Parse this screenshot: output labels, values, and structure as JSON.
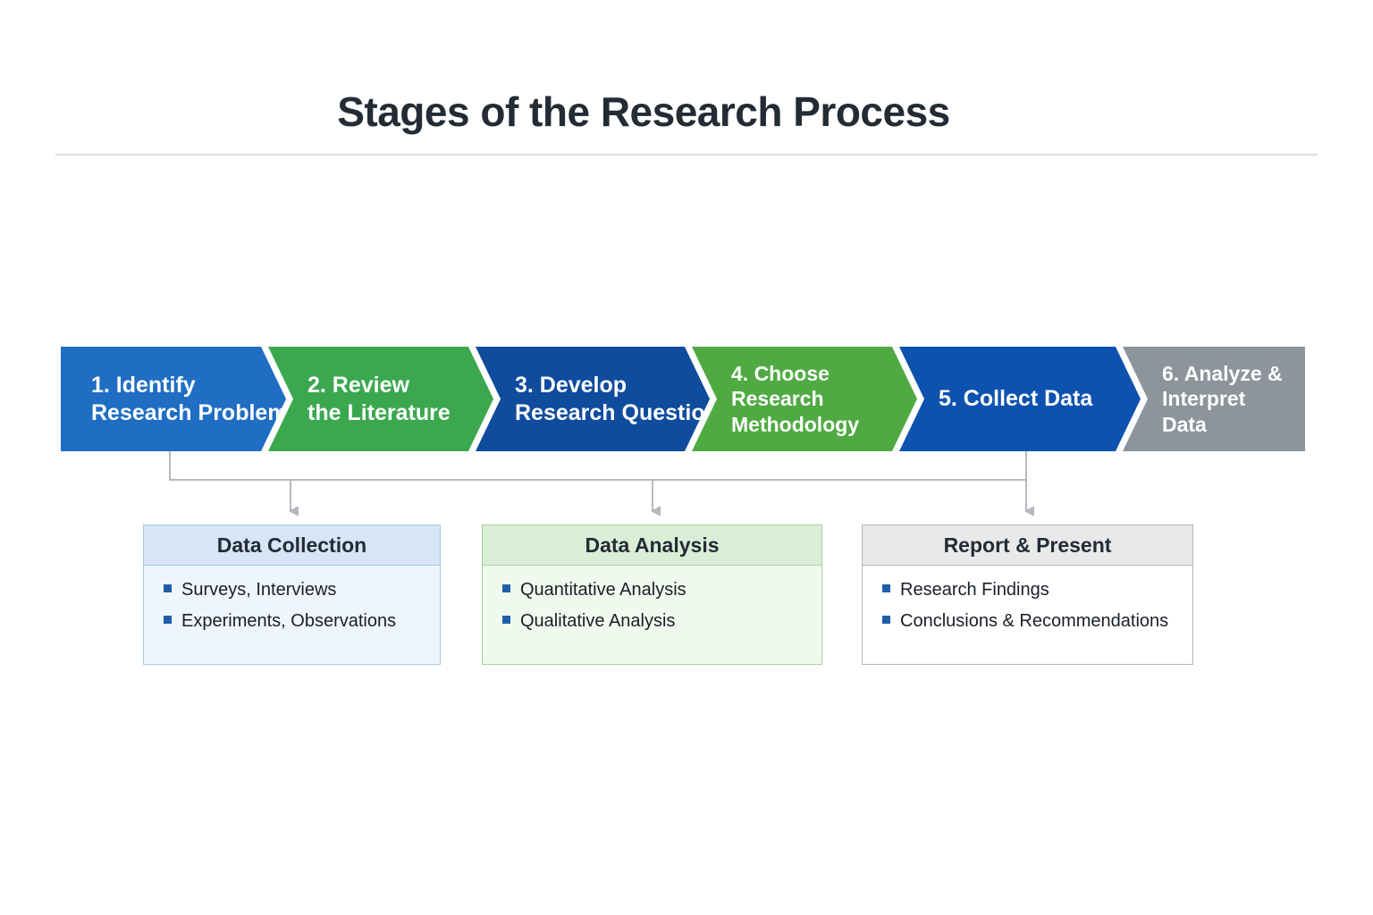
{
  "page": {
    "title": "Stages of the Research Process",
    "background": "#ffffff"
  },
  "process_flow": {
    "steps": [
      {
        "id": "step-1",
        "lines": [
          "1. Identify",
          "Research Problem"
        ],
        "color": "#1f6ec4",
        "text_color": "#ffffff",
        "font_size": 25,
        "shape": "chevron-first"
      },
      {
        "id": "step-2",
        "lines": [
          "2. Review",
          "the Literature"
        ],
        "color": "#3ba84f",
        "text_color": "#ffffff",
        "font_size": 25,
        "shape": "chevron-mid"
      },
      {
        "id": "step-3",
        "lines": [
          "3. Develop",
          "Research Questions"
        ],
        "color": "#0f4c9e",
        "text_color": "#ffffff",
        "font_size": 25,
        "shape": "chevron-mid"
      },
      {
        "id": "step-4",
        "lines": [
          "4. Choose",
          "Research",
          "Methodology"
        ],
        "color": "#4faa42",
        "text_color": "#ffffff",
        "font_size": 23,
        "shape": "chevron-mid"
      },
      {
        "id": "step-5",
        "lines": [
          "5. Collect Data"
        ],
        "color": "#0d52ae",
        "text_color": "#ffffff",
        "font_size": 25,
        "shape": "chevron-mid"
      },
      {
        "id": "step-6",
        "lines": [
          "6. Analyze &",
          "Interpret",
          "Data"
        ],
        "color": "#8d949c",
        "text_color": "#ffffff",
        "font_size": 23,
        "shape": "chevron-last"
      }
    ]
  },
  "detail_boxes": [
    {
      "id": "data-collection",
      "header": "Data Collection",
      "header_bg": "#d6e6f7",
      "body_bg": "#eef5fd",
      "border": "#a8c6e4",
      "bullet_color": "#1f5fa8",
      "items": [
        "Surveys, Interviews",
        "Experiments, Observations"
      ]
    },
    {
      "id": "data-analysis",
      "header": "Data Analysis",
      "header_bg": "#daeed6",
      "body_bg": "#f0f9ee",
      "border": "#a8cfa0",
      "bullet_color": "#1f5fa8",
      "items": [
        "Quantitative Analysis",
        "Qualitative Analysis"
      ]
    },
    {
      "id": "report-present",
      "header": "Report & Present",
      "header_bg": "#e9e9ea",
      "body_bg": "#ffffff",
      "border": "#b4b4b6",
      "bullet_color": "#1f5fa8",
      "items": [
        "Research Findings",
        "Conclusions & Recommendations"
      ]
    }
  ],
  "connectors": {
    "line_color": "#b0b4b8",
    "arrow_color": "#b0b4b8",
    "description": "Bracket from step 1 and step 5 down to a horizontal rail, then three arrows into the detail boxes"
  }
}
